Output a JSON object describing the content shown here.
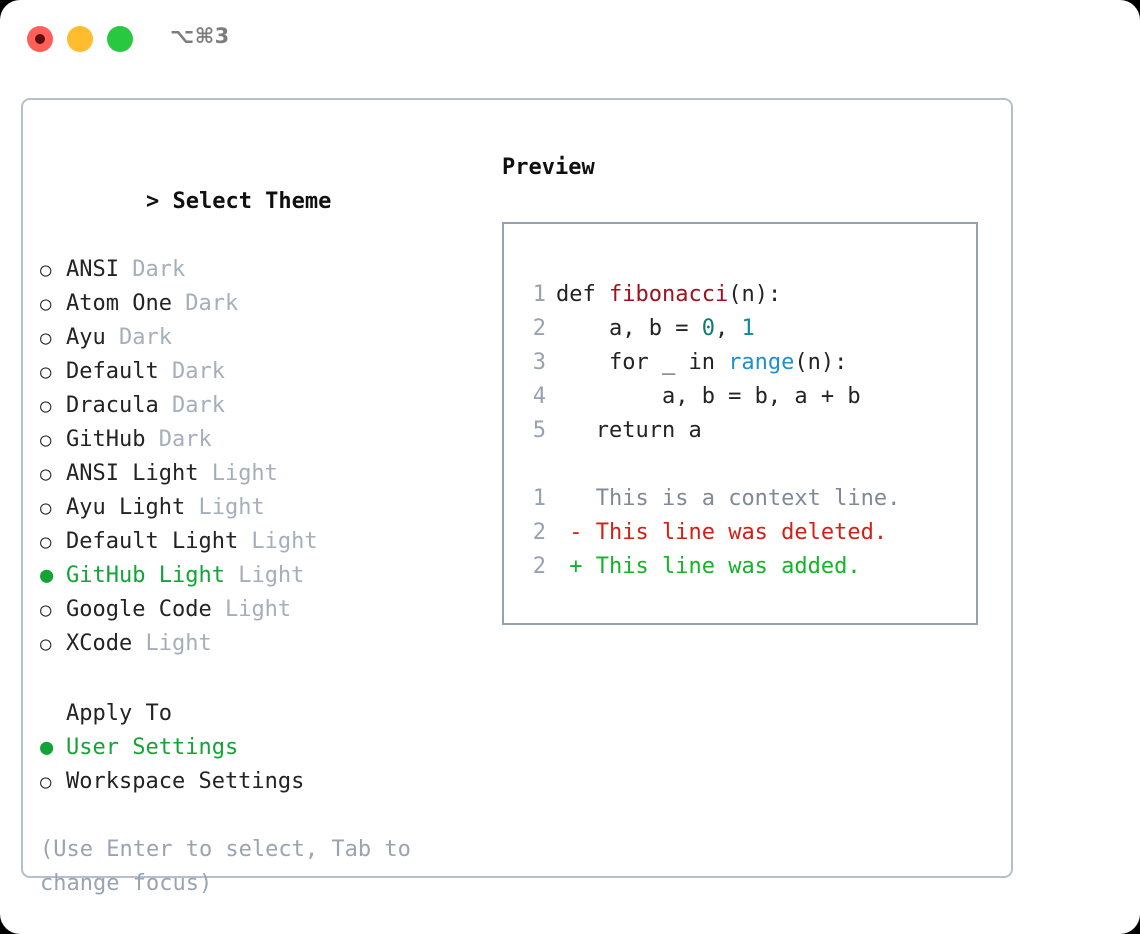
{
  "window": {
    "traffic_lights": [
      "close-red",
      "minimize-yellow",
      "maximize-green"
    ],
    "shortcut_label": "⌥⌘3",
    "colors": {
      "close": "#ff5f57",
      "minimize": "#febc2e",
      "maximize": "#28c840",
      "panel_border": "#b6bfcb",
      "preview_border": "#95a0b0",
      "accent_green": "#13a437",
      "muted": "#a5afbb",
      "hint": "#9aa4b1"
    }
  },
  "theme_picker": {
    "header_prefix": "> ",
    "header": "Select Theme",
    "selected_bullet": "●",
    "unselected_bullet": "○",
    "items": [
      {
        "name": "ANSI",
        "tag": "Dark",
        "selected": false
      },
      {
        "name": "Atom One",
        "tag": "Dark",
        "selected": false
      },
      {
        "name": "Ayu",
        "tag": "Dark",
        "selected": false
      },
      {
        "name": "Default",
        "tag": "Dark",
        "selected": false
      },
      {
        "name": "Dracula",
        "tag": "Dark",
        "selected": false
      },
      {
        "name": "GitHub",
        "tag": "Dark",
        "selected": false
      },
      {
        "name": "ANSI Light",
        "tag": "Light",
        "selected": false
      },
      {
        "name": "Ayu Light",
        "tag": "Light",
        "selected": false
      },
      {
        "name": "Default Light",
        "tag": "Light",
        "selected": false
      },
      {
        "name": "GitHub Light",
        "tag": "Light",
        "selected": true
      },
      {
        "name": "Google Code",
        "tag": "Light",
        "selected": false
      },
      {
        "name": "XCode",
        "tag": "Light",
        "selected": false
      }
    ]
  },
  "apply_to": {
    "title": "Apply To",
    "items": [
      {
        "name": "User Settings",
        "selected": true
      },
      {
        "name": "Workspace Settings",
        "selected": false
      }
    ]
  },
  "hint": "(Use Enter to select, Tab to change focus)",
  "preview": {
    "header": "Preview",
    "code_lines": [
      {
        "number": "1",
        "tokens": [
          {
            "text": "def ",
            "type": "plain"
          },
          {
            "text": "fibonacci",
            "type": "fn"
          },
          {
            "text": "(n):",
            "type": "plain"
          }
        ]
      },
      {
        "number": "2",
        "tokens": [
          {
            "text": "    a, b = ",
            "type": "plain"
          },
          {
            "text": "0",
            "type": "num"
          },
          {
            "text": ", ",
            "type": "plain"
          },
          {
            "text": "1",
            "type": "num2"
          }
        ]
      },
      {
        "number": "3",
        "tokens": [
          {
            "text": "    for _ in ",
            "type": "plain"
          },
          {
            "text": "range",
            "type": "call"
          },
          {
            "text": "(n):",
            "type": "plain"
          }
        ]
      },
      {
        "number": "4",
        "tokens": [
          {
            "text": "        a, b = b, a + b",
            "type": "plain"
          }
        ]
      },
      {
        "number": "5",
        "tokens": [
          {
            "text": "   return a",
            "type": "plain"
          }
        ]
      }
    ],
    "diff_lines": [
      {
        "number": "1",
        "marker": " ",
        "text": " This is a context line.",
        "type": "context"
      },
      {
        "number": "2",
        "marker": "-",
        "text": " This line was deleted.",
        "type": "deleted"
      },
      {
        "number": "2",
        "marker": "+",
        "text": " This line was added.",
        "type": "added"
      }
    ]
  }
}
